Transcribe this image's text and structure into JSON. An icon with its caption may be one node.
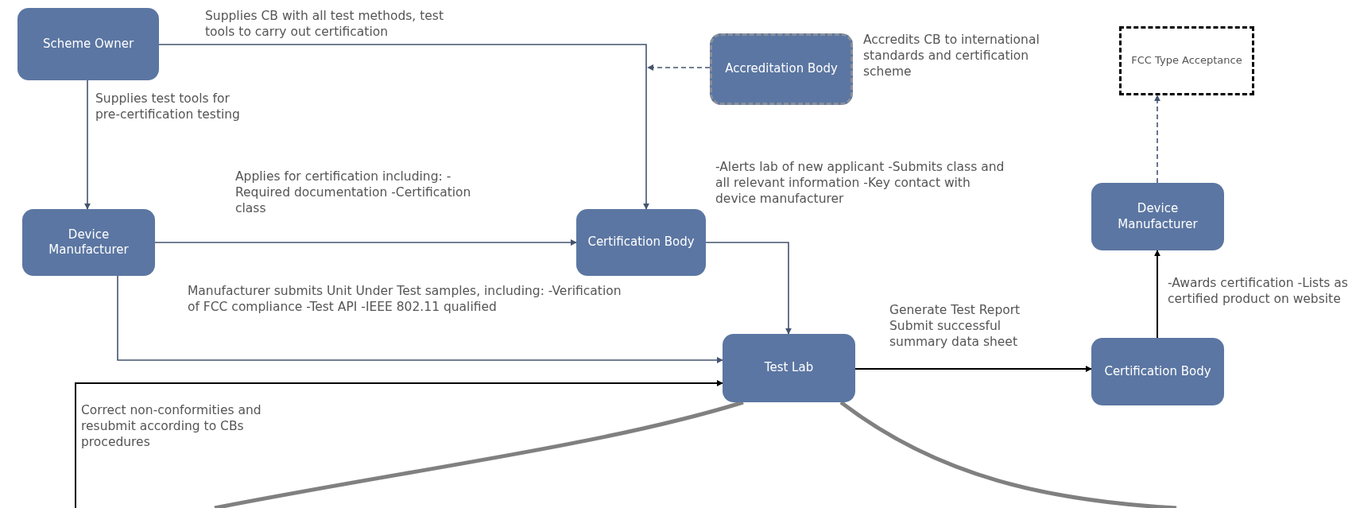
{
  "diagram": {
    "nodes": [
      {
        "text": [
          "Scheme Owner"
        ]
      },
      {
        "text": [
          "Accreditation Body"
        ],
        "beside": [
          "Accredits CB to international standards and certification scheme"
        ]
      },
      {
        "text": [
          "FCC Type Acceptance"
        ]
      },
      {
        "text": [
          "Device Manufacturer"
        ]
      },
      {
        "text": [
          "Certification Body"
        ]
      },
      {
        "text": [
          "Device Manufacturer"
        ]
      },
      {
        "text": [
          "Test Lab"
        ]
      },
      {
        "text": [
          "Certification Body"
        ]
      }
    ],
    "edges": [
      {
        "from": 0,
        "to": 4,
        "arrow": "to",
        "label": "Supplies CB with all test methods, test tools to carry out certification"
      },
      {
        "from": 1,
        "to": null,
        "arrow": "to",
        "style": "dashed"
      },
      {
        "from": 0,
        "to": 3,
        "arrow": "to",
        "label": "Supplies test tools for pre-certification testing"
      },
      {
        "from": 3,
        "to": 4,
        "arrow": "to",
        "label": "Applies for certification including: -Required documentation -Certification class"
      },
      {
        "from": 4,
        "to": 6,
        "arrow": "to",
        "label": "-Alerts lab of new applicant -Submits class and all relevant information -Key contact with device manufacturer"
      },
      {
        "from": 3,
        "to": 6,
        "arrow": "to",
        "label": "Manufacturer submits Unit Under Test samples, including: -Verification of FCC compliance -Test API -IEEE 802.11 qualified"
      },
      {
        "from": null,
        "to": 6,
        "arrow": "to",
        "color": "#000000",
        "label": "Correct non-conformities and resubmit according to CBs procedures"
      },
      {
        "from": 6,
        "to": 7,
        "arrow": "to",
        "color": "#000000",
        "label": "Generate Test Report Submit successful summary data sheet"
      },
      {
        "from": 7,
        "to": 5,
        "arrow": "to",
        "color": "#000000",
        "label": "-Awards certification -Lists as certified product on website"
      },
      {
        "from": 5,
        "to": 2,
        "arrow": "to",
        "style": "dashed"
      },
      {
        "from": 6,
        "to": null,
        "arrow": "none",
        "style": "thick",
        "color": "#808080"
      },
      {
        "from": 6,
        "to": null,
        "arrow": "none",
        "style": "thick",
        "color": "#808080"
      }
    ]
  }
}
